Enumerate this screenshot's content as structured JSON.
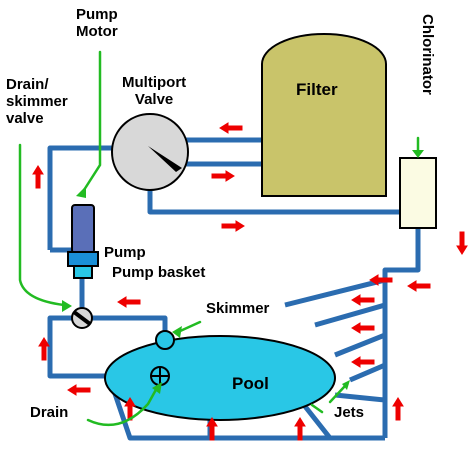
{
  "labels": {
    "pump_motor_1": "Pump",
    "pump_motor_2": "Motor",
    "drain_valve_1": "Drain/",
    "drain_valve_2": "skimmer",
    "drain_valve_3": "valve",
    "multiport_1": "Multiport",
    "multiport_2": "Valve",
    "filter": "Filter",
    "chlorinator": "Chlorinator",
    "pump": "Pump",
    "pump_basket": "Pump basket",
    "skimmer": "Skimmer",
    "pool": "Pool",
    "drain": "Drain",
    "jets": "Jets"
  },
  "colors": {
    "pipe": "#2b6cb0",
    "filter_fill": "#c9c46a",
    "pool_fill": "#29c7e6",
    "arrow_red": "#ee0000",
    "pointer_green": "#22bb22",
    "chlorinator_fill": "#fbfbe3",
    "motor_fill": "#5a6fb8",
    "pump_body": "#1a8fd6",
    "gauge_fill": "#d8d8d8"
  },
  "icons": [
    "flow-arrow-icon",
    "valve-handle-icon",
    "skimmer-opening-icon",
    "drain-grate-icon"
  ]
}
